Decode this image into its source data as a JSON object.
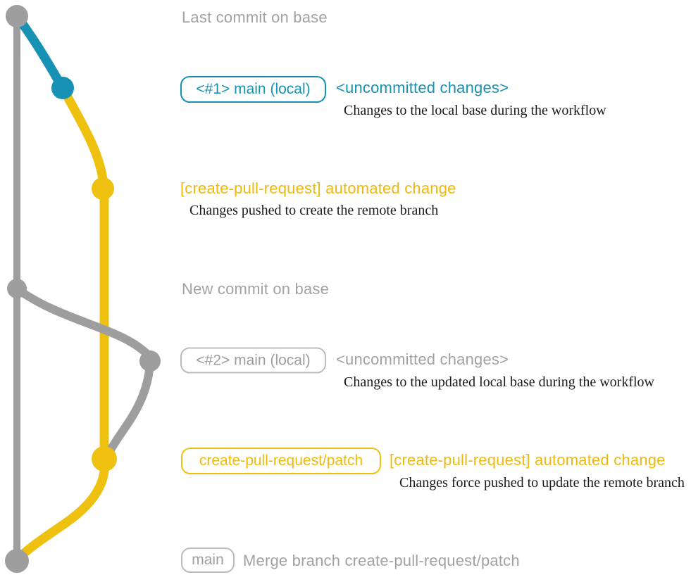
{
  "colors": {
    "gray": "#9e9e9e",
    "text_gray": "#a2a2a2",
    "blue": "#1792b4",
    "yellow": "#eec111",
    "serif_black": "#1a1a1a",
    "box_border_gray": "#bcbcbc"
  },
  "graph": {
    "branches": [
      {
        "name": "base",
        "color": "gray"
      },
      {
        "name": "main-local",
        "color": "blue"
      },
      {
        "name": "create-pull-request-patch",
        "color": "yellow"
      }
    ],
    "commit_nodes": [
      {
        "name": "last-commit-on-base",
        "color": "gray"
      },
      {
        "name": "main-local-commit-1",
        "color": "blue"
      },
      {
        "name": "patch-commit-1",
        "color": "yellow"
      },
      {
        "name": "new-commit-on-base",
        "color": "gray"
      },
      {
        "name": "main-local-commit-2",
        "color": "gray"
      },
      {
        "name": "patch-commit-2",
        "color": "yellow"
      },
      {
        "name": "merge-commit",
        "color": "gray"
      }
    ]
  },
  "annotations": {
    "last_commit": "Last commit on base",
    "new_commit": "New commit on base",
    "merge_commit": "Merge branch create-pull-request/patch"
  },
  "rows": {
    "row1": {
      "label": "<#1> main (local)",
      "side": "<uncommitted changes>",
      "desc": "Changes to the local base during the workflow"
    },
    "row2": {
      "title": "[create-pull-request] automated change",
      "desc": "Changes pushed to create the remote branch"
    },
    "row3": {
      "label": "<#2> main (local)",
      "side": "<uncommitted changes>",
      "desc": "Changes to the updated local base during the workflow"
    },
    "row4": {
      "label": "create-pull-request/patch",
      "side": "[create-pull-request] automated change",
      "desc": "Changes force pushed to update the remote branch"
    },
    "row5": {
      "label": "main",
      "side": "Merge branch create-pull-request/patch"
    }
  }
}
